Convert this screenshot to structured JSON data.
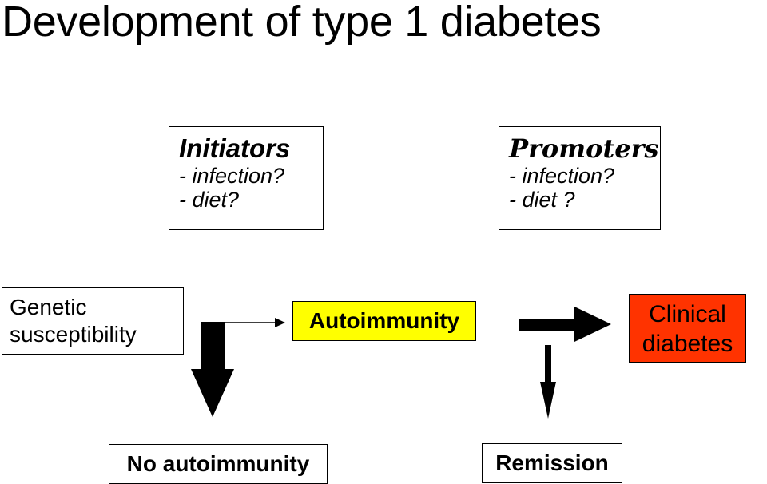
{
  "title": "Development of type 1 diabetes",
  "initiators": {
    "heading": "Initiators",
    "items": [
      "- infection?",
      "- diet?"
    ]
  },
  "promoters": {
    "heading": "Promoters",
    "items": [
      "- infection?",
      "- diet ?"
    ]
  },
  "stages": {
    "genetic": [
      "Genetic",
      "susceptibility"
    ],
    "autoimmunity": "Autoimmunity",
    "clinical": [
      "Clinical",
      "diabetes"
    ],
    "no_autoimmunity": "No autoimmunity",
    "remission": "Remission"
  },
  "colors": {
    "autoimmunity_fill": "#ffff00",
    "clinical_fill": "#ff3300",
    "outline": "#000000"
  }
}
